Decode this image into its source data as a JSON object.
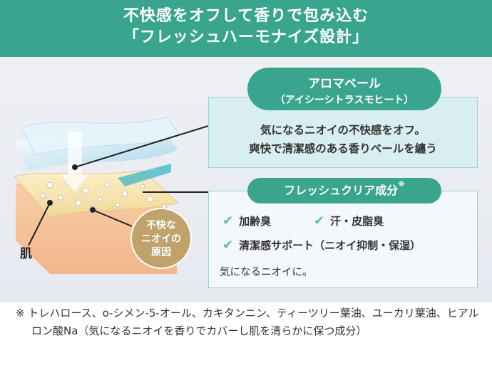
{
  "header": {
    "line1": "不快感をオフして香りで包み込む",
    "line2": "「フレッシュハーモナイズ設計」"
  },
  "aroma": {
    "title": "アロマベール",
    "subtitle": "（アイシーシトラスモヒート）",
    "desc_line1": "気になるニオイの不快感をオフ。",
    "desc_line2": "爽快で清潔感のある香りベールを纏う"
  },
  "fresh": {
    "title": "フレッシュクリア成分",
    "mark": "※",
    "items": [
      "加齢臭",
      "汗・皮脂臭",
      "清潔感サポート（ニオイ抑制・保湿）"
    ],
    "note": "気になるニオイに。"
  },
  "cause": {
    "line1": "不快な",
    "line2": "ニオイの",
    "line3": "原因"
  },
  "skin_label": "肌",
  "footnote": "※ トレハロース、o-シメン-5-オール、カキタンニン、ティーツリー葉油、ユーカリ葉油、ヒアルロン酸Na（気になるニオイを香りでカバーし肌を清らかに保つ成分）",
  "colors": {
    "brand_green": "#3aa58f",
    "check_blue": "#59b9c2",
    "cause_gold": "#bfa36a"
  }
}
